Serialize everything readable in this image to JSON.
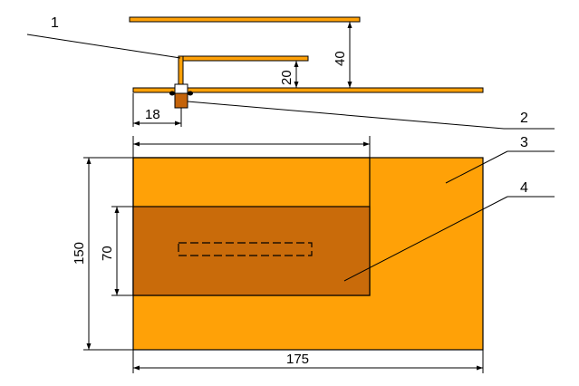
{
  "callouts": {
    "c1": "1",
    "c2": "2",
    "c3": "3",
    "c4": "4"
  },
  "dimensions": {
    "d18": "18",
    "d20": "20",
    "d40": "40",
    "d70": "70",
    "d150": "150",
    "d175": "175"
  },
  "colors": {
    "plate": "#FFA107",
    "patch": "#C96B0A",
    "connector": "#C4630A",
    "outline": "#000000"
  }
}
